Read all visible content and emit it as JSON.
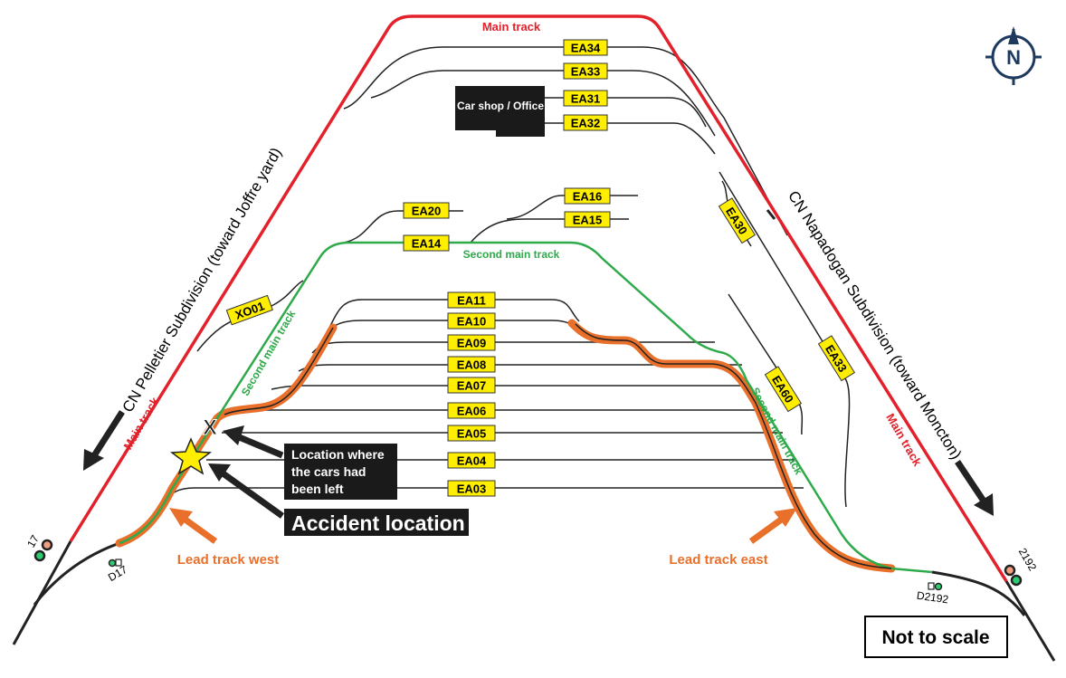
{
  "colors": {
    "main_track": "#e3212b",
    "second_main": "#2eaa4a",
    "lead_track": "#e8702a",
    "siding": "#222222",
    "label_bg": "#ffee00"
  },
  "labels": {
    "main_track_top": "Main track",
    "main_track_left": "Main track",
    "main_track_right": "Main track",
    "second_main_top": "Second main track",
    "second_main_left": "Second main track",
    "second_main_right": "Second main track",
    "subdivision_west": "CN Pelletier Subdivision (toward Joffre yard)",
    "subdivision_east": "CN Napadogan Subdivision (toward Moncton)",
    "lead_west": "Lead track west",
    "lead_east": "Lead track east",
    "car_shop": "Car shop / Office",
    "cars_left_line1": "Location where",
    "cars_left_line2": "the cars had",
    "cars_left_line3": "been left",
    "accident": "Accident location",
    "not_to_scale": "Not to scale",
    "x_mark": "X"
  },
  "tracks": {
    "EA34": "EA34",
    "EA33": "EA33",
    "EA31": "EA31",
    "EA32": "EA32",
    "EA20": "EA20",
    "EA14": "EA14",
    "EA16": "EA16",
    "EA15": "EA15",
    "XO01": "XO01",
    "EA30": "EA30",
    "EA33b": "EA33",
    "EA60": "EA60",
    "EA11": "EA11",
    "EA10": "EA10",
    "EA09": "EA09",
    "EA08": "EA08",
    "EA07": "EA07",
    "EA06": "EA06",
    "EA05": "EA05",
    "EA04": "EA04",
    "EA03": "EA03"
  },
  "signals": {
    "s17": "17",
    "d17": "D17",
    "s2192": "2192",
    "d2192": "D2192"
  },
  "compass": {
    "north": "N"
  }
}
